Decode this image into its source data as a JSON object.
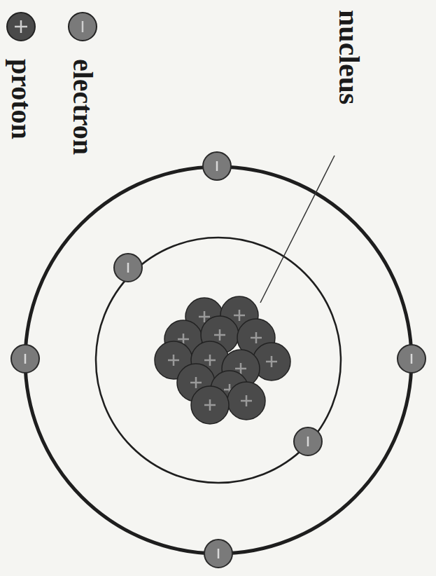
{
  "diagram": {
    "labels": [
      "nucleus"
    ],
    "legend": [
      {
        "text": "electron"
      },
      {
        "text": "proton"
      }
    ]
  }
}
